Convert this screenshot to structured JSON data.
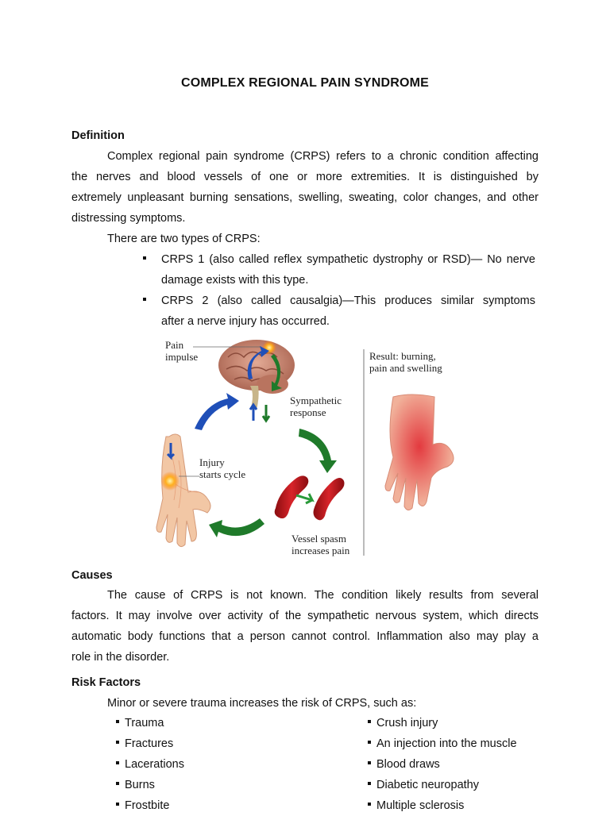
{
  "title": "COMPLEX REGIONAL PAIN SYNDROME",
  "definition": {
    "heading": "Definition",
    "para_lines": [
      "Complex regional pain syndrome (CRPS) refers to a chronic condition affecting",
      "the nerves and blood vessels of one or more extremities. It is distinguished by",
      "extremely unpleasant burning sensations, swelling, sweating, color changes, and other",
      "distressing symptoms."
    ],
    "types_intro": "There are two types of CRPS:",
    "types": [
      {
        "line1": "CRPS 1 (also called reflex sympathetic dystrophy or RSD)— No nerve",
        "line2": "damage exists with this type."
      },
      {
        "line1": "CRPS 2 (also called causalgia)—This produces similar symptoms",
        "line2": "after a nerve injury has occurred."
      }
    ]
  },
  "figure": {
    "pain_impulse": [
      "Pain",
      "impulse"
    ],
    "sympathetic_response": [
      "Sympathetic",
      "response"
    ],
    "injury_starts_cycle": [
      "Injury",
      "starts cycle"
    ],
    "vessel_spasm": [
      "Vessel spasm",
      "increases pain"
    ],
    "result": [
      "Result: burning,",
      "pain and swelling"
    ]
  },
  "causes": {
    "heading": "Causes",
    "para_lines": [
      "The cause of CRPS is not known. The condition likely results from several",
      "factors. It may involve over activity of the sympathetic nervous system, which directs",
      "automatic body functions that a person cannot control. Inflammation also may play a",
      "role in the disorder."
    ]
  },
  "risk_factors": {
    "heading": "Risk Factors",
    "intro": "Minor or severe trauma increases the risk of CRPS, such as:",
    "left": [
      "Trauma",
      "Fractures",
      "Lacerations",
      "Burns",
      "Frostbite"
    ],
    "right": [
      "Crush injury",
      "An injection into the muscle",
      "Blood draws",
      "Diabetic neuropathy",
      "Multiple sclerosis"
    ]
  },
  "colors": {
    "arrow_blue": "#1f4fb8",
    "arrow_green": "#1f7a2a",
    "brain": "#c98a76",
    "vessel_red": "#c4161c",
    "skin": "#f2c7a5",
    "inflamed": "#e8444a"
  }
}
